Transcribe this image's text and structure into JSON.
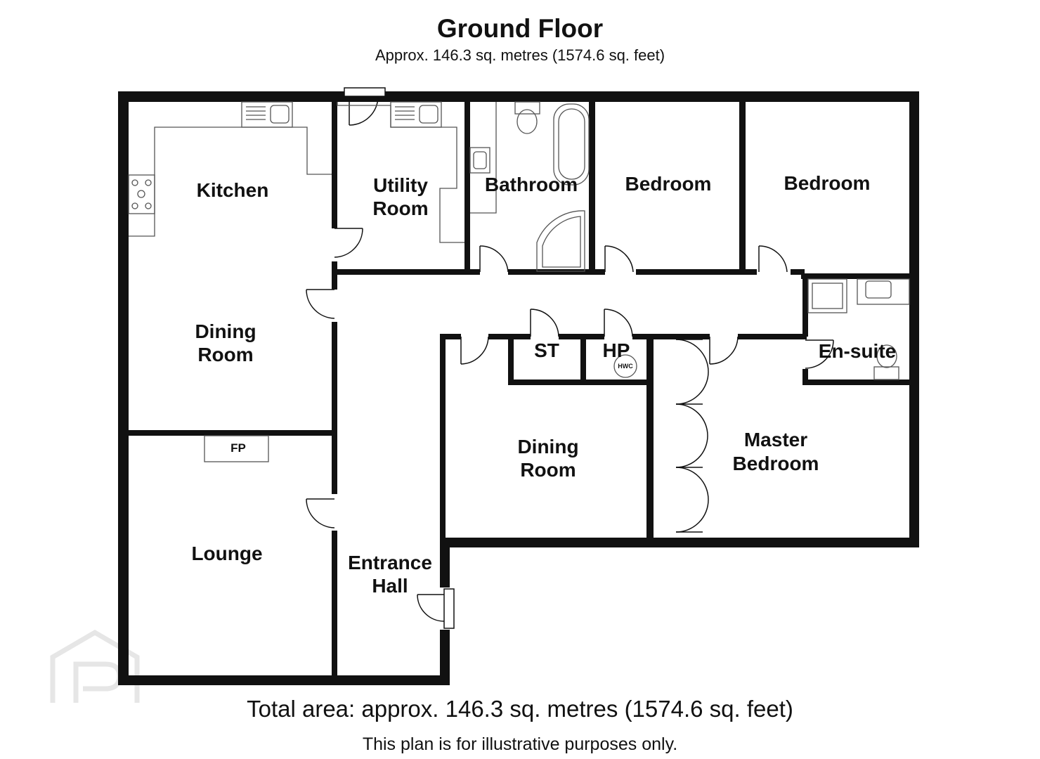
{
  "header": {
    "title": "Ground Floor",
    "subtitle": "Approx. 146.3 sq. metres (1574.6 sq. feet)"
  },
  "rooms": {
    "kitchen": "Kitchen",
    "utility_1": "Utility",
    "utility_2": "Room",
    "bathroom": "Bathroom",
    "bedroom_a": "Bedroom",
    "bedroom_b": "Bedroom",
    "dining_left_1": "Dining",
    "dining_left_2": "Room",
    "st": "ST",
    "hp": "HP",
    "hwc": "HWC",
    "ensuite": "En-suite",
    "fp": "FP",
    "lounge": "Lounge",
    "dining_mid_1": "Dining",
    "dining_mid_2": "Room",
    "master_1": "Master",
    "master_2": "Bedroom",
    "entrance_1": "Entrance",
    "entrance_2": "Hall"
  },
  "footer": {
    "total_area": "Total area: approx. 146.3 sq. metres (1574.6 sq. feet)",
    "note": "This plan is for illustrative purposes only."
  },
  "colors": {
    "wall": "#111111",
    "watermark": "#e9e9e9"
  },
  "icons": [
    "pp-watermark-logo"
  ]
}
